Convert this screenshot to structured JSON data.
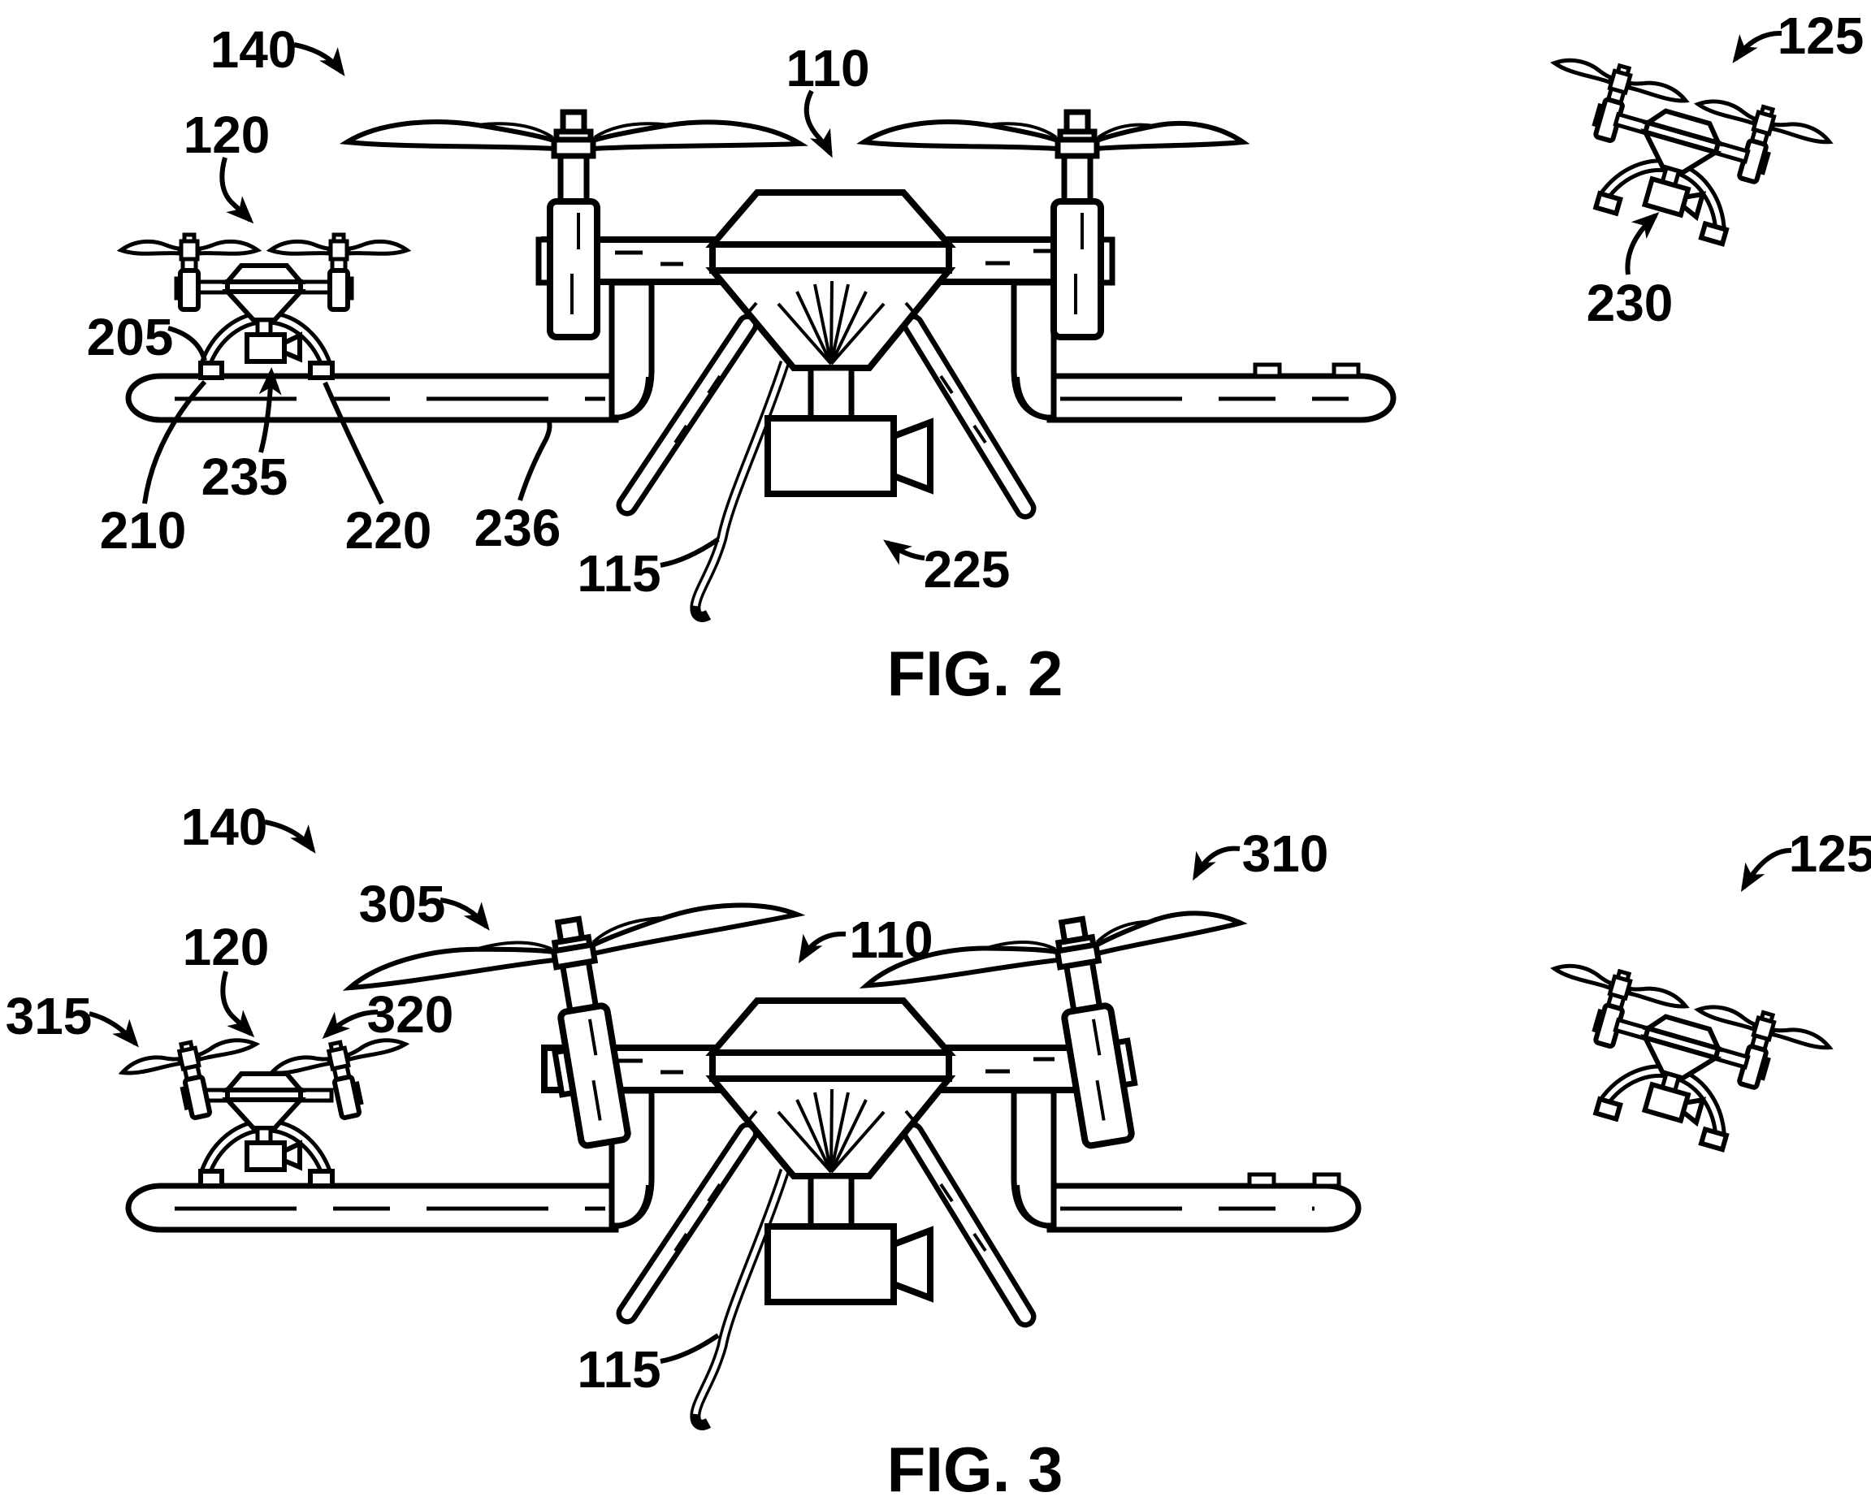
{
  "document": {
    "kind": "patent line drawing sheet",
    "background_color": "#ffffff",
    "ink_color": "#000000",
    "figures": [
      {
        "caption": "FIG. 2",
        "depicts": "mothership drone with rail platform, docked small drone with camera, and free-flying small drone",
        "labels": [
          "140",
          "120",
          "110",
          "125",
          "230",
          "205",
          "235",
          "210",
          "220",
          "236",
          "115",
          "225"
        ]
      },
      {
        "caption": "FIG. 3",
        "depicts": "same system with rotor pods and propellers tilted for thrust vectoring",
        "labels": [
          "140",
          "305",
          "310",
          "110",
          "120",
          "315",
          "320",
          "115",
          "125"
        ]
      }
    ],
    "components": [
      "mothership-drone-body",
      "rotor-pod",
      "propeller-blade",
      "landing-rail-tube",
      "support-panel",
      "landing-leg",
      "tether-line",
      "gimbal-camera",
      "small-drone",
      "protective-cage",
      "camera-payload"
    ]
  }
}
